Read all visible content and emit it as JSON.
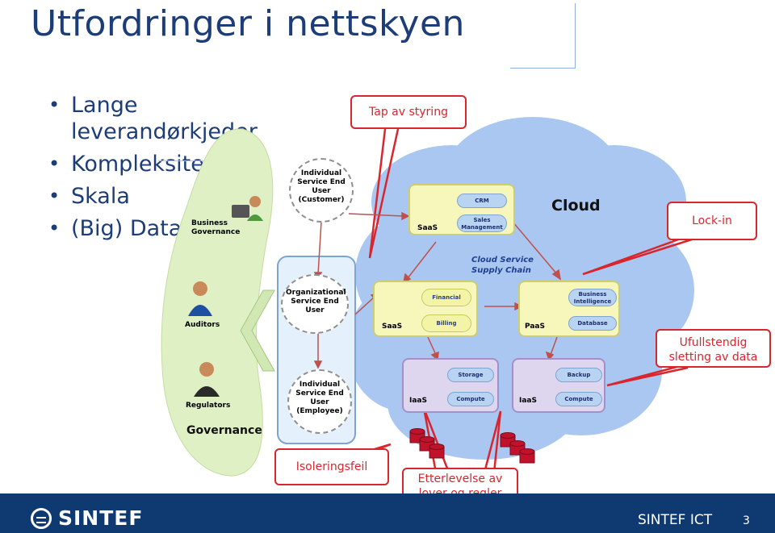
{
  "slide": {
    "title": "Utfordringer i nettskyen",
    "bullets": [
      "Lange leverandørkjeder",
      "Kompleksitet",
      "Skala",
      "(Big) Data mining"
    ]
  },
  "diagram": {
    "cloud_label": "Cloud",
    "governance": {
      "title": "Governance",
      "business_governance": "Business Governance",
      "auditors": "Auditors",
      "regulators": "Regulators"
    },
    "users": {
      "individual_customer": "Individual Service End User (Customer)",
      "organizational": "Organizational Service End User",
      "individual_employee": "Individual Service End User (Employee)"
    },
    "supply_chain_label": "Cloud Service Supply Chain",
    "nodes": {
      "saas_top": {
        "type": "SaaS",
        "services": [
          "CRM",
          "Sales Management"
        ]
      },
      "saas_mid": {
        "type": "SaaS",
        "services": [
          "Financial",
          "Billing"
        ]
      },
      "paas": {
        "type": "PaaS",
        "services": [
          "Business Intelligence",
          "Database"
        ]
      },
      "iaas_left": {
        "type": "IaaS",
        "services": [
          "Storage",
          "Compute"
        ]
      },
      "iaas_right": {
        "type": "IaaS",
        "services": [
          "Backup",
          "Compute"
        ]
      }
    }
  },
  "callouts": {
    "tap": "Tap av styring",
    "lockin": "Lock-in",
    "ufullstendig": "Ufullstendig sletting av data",
    "isolering": "Isoleringsfeil",
    "etterlevelse": "Etterlevelse av lover og regler"
  },
  "footer": {
    "logo": "SINTEF",
    "org": "SINTEF ICT",
    "page": "3"
  },
  "colors": {
    "title": "#1c3d78",
    "footer": "#0e3a71",
    "callout": "#d9262e",
    "cloud": "#a9c7f0",
    "governance": "#dff0c4"
  },
  "icons": [
    "business-person-icon",
    "auditor-person-icon",
    "regulator-person-icon",
    "building-icon",
    "database-cylinder-icon",
    "chevron-left-icon"
  ]
}
